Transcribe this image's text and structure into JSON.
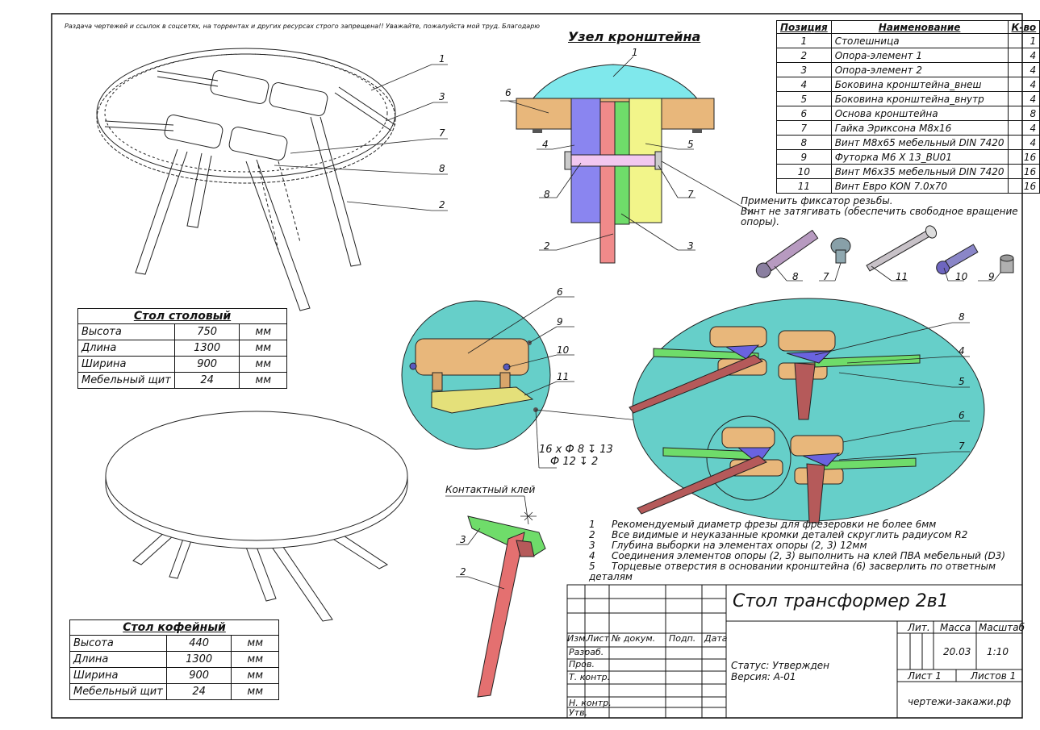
{
  "warning_text": "Раздача чертежей и ссылок в соцсетях, на торрентах и других ресурсах строго запрещена!! Уважайте, пожалуйста мой труд. Благодарю",
  "bracket_title": "Узел кронштейна",
  "parts_table": {
    "headers": [
      "Позиция",
      "Наименование",
      "К-во"
    ],
    "rows": [
      {
        "pos": "1",
        "name": "Столешница",
        "qty": "1"
      },
      {
        "pos": "2",
        "name": "Опора-элемент 1",
        "qty": "4"
      },
      {
        "pos": "3",
        "name": "Опора-элемент 2",
        "qty": "4"
      },
      {
        "pos": "4",
        "name": "Боковина кронштейна_внеш",
        "qty": "4"
      },
      {
        "pos": "5",
        "name": "Боковина кронштейна_внутр",
        "qty": "4"
      },
      {
        "pos": "6",
        "name": "Основа кронштейна",
        "qty": "8"
      },
      {
        "pos": "7",
        "name": "Гайка Эриксона М8х16",
        "qty": "4"
      },
      {
        "pos": "8",
        "name": "Винт М8х65 мебельный DIN 7420",
        "qty": "4"
      },
      {
        "pos": "9",
        "name": "Футорка М6 Х 13_BU01",
        "qty": "16"
      },
      {
        "pos": "10",
        "name": "Винт М6х35 мебельный DIN 7420",
        "qty": "16"
      },
      {
        "pos": "11",
        "name": "Винт Евро KON 7.0х70",
        "qty": "16"
      }
    ]
  },
  "thread_note": [
    "Применить фиксатор резьбы.",
    "Винт не затягивать (обеспечить свободное вращение опоры)."
  ],
  "spec_dining": {
    "title": "Стол столовый",
    "rows": [
      {
        "label": "Высота",
        "value": "750",
        "unit": "мм"
      },
      {
        "label": "Длина",
        "value": "1300",
        "unit": "мм"
      },
      {
        "label": "Ширина",
        "value": "900",
        "unit": "мм"
      },
      {
        "label": "Мебельный щит",
        "value": "24",
        "unit": "мм"
      }
    ]
  },
  "spec_coffee": {
    "title": "Стол кофейный",
    "rows": [
      {
        "label": "Высота",
        "value": "440",
        "unit": "мм"
      },
      {
        "label": "Длина",
        "value": "1300",
        "unit": "мм"
      },
      {
        "label": "Ширина",
        "value": "900",
        "unit": "мм"
      },
      {
        "label": "Мебельный щит",
        "value": "24",
        "unit": "мм"
      }
    ]
  },
  "hole_spec": {
    "line1": "16 x Ф 8 ↧ 13",
    "line2": "Ф 12 ↧ 2"
  },
  "glue_label": "Контактный клей",
  "notes": [
    {
      "n": "1",
      "text": "Рекомендуемый диаметр фрезы для фрезеровки не более 6мм"
    },
    {
      "n": "2",
      "text": "Все видимые и неуказанные кромки деталей скруглить радиусом R2"
    },
    {
      "n": "3",
      "text": "Глубина выборки на элементах опоры (2, 3) 12мм"
    },
    {
      "n": "4",
      "text": "Соединения элементов опоры (2, 3) выполнить на клей ПВА мебельный (D3)"
    },
    {
      "n": "5",
      "text": "Торцевые отверстия в основании кронштейна (6) засверлить по ответным деталям"
    }
  ],
  "title_block": {
    "title": "Стол трансформер 2в1",
    "col_headers": [
      "Изм.",
      "Лист",
      "№ докум.",
      "Подп.",
      "Дата"
    ],
    "row_labels": [
      "Разраб.",
      "Пров.",
      "Т. контр.",
      "Н. контр.",
      "Утв."
    ],
    "status": "Статус: Утвержден",
    "version": "Версия: А-01",
    "lit_label": "Лит.",
    "mass_label": "Масса",
    "scale_label": "Масштаб",
    "mass": "20.03",
    "scale": "1:10",
    "sheet": "Лист 1",
    "sheets": "Листов 1",
    "site": "чертежи-закажи.рф"
  },
  "callouts": {
    "top_table": [
      "1",
      "3",
      "7",
      "8",
      "2"
    ],
    "bracket": [
      "1",
      "6",
      "4",
      "5",
      "8",
      "7",
      "2",
      "3"
    ],
    "hardware": [
      "8",
      "7",
      "11",
      "10",
      "9"
    ],
    "detail_left": [
      "6",
      "9",
      "10",
      "11"
    ],
    "detail_right": [
      "8",
      "4",
      "5",
      "6",
      "7"
    ],
    "leg": [
      "3",
      "2"
    ]
  },
  "colors": {
    "tabletop": "#7fe8ec",
    "wood": "#e8b77b",
    "outer_side": "#8a85f0",
    "inner_side": "#f2f58a",
    "leg1": "#f08a8a",
    "leg2": "#6fdc6a",
    "screw": "#f2c8f0",
    "circle_bg": "#66cfc9",
    "leg_dark": "#b55a5a",
    "green_dark": "#5cbf4a",
    "blue": "#6a63e0"
  }
}
